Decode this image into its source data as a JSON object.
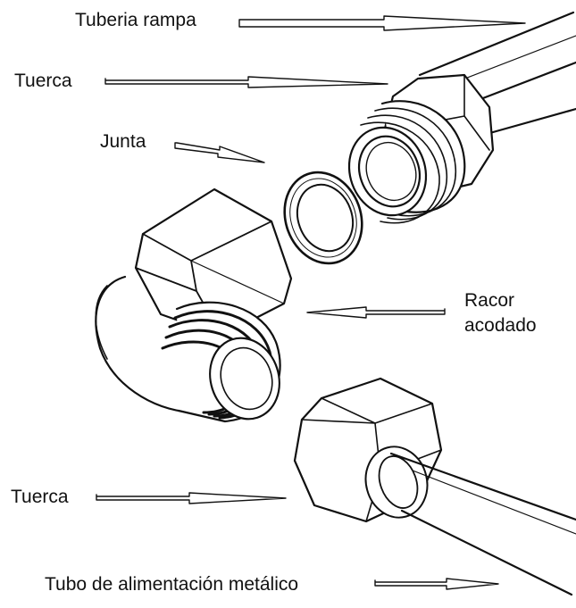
{
  "labels": {
    "tuberia_rampa": "Tuberia rampa",
    "tuerca_top": "Tuerca",
    "junta": "Junta",
    "racor_line1": "Racor",
    "racor_line2": "acodado",
    "tuerca_bottom": "Tuerca",
    "tubo": "Tubo de alimentación metálico"
  },
  "icons": {
    "pipe_top": "ramp-pipe-icon",
    "nut_top": "upper-nut-icon",
    "gasket": "gasket-ring-icon",
    "elbow": "elbow-fitting-icon",
    "nut_bottom": "lower-nut-icon",
    "pipe_bottom": "feed-tube-icon"
  }
}
